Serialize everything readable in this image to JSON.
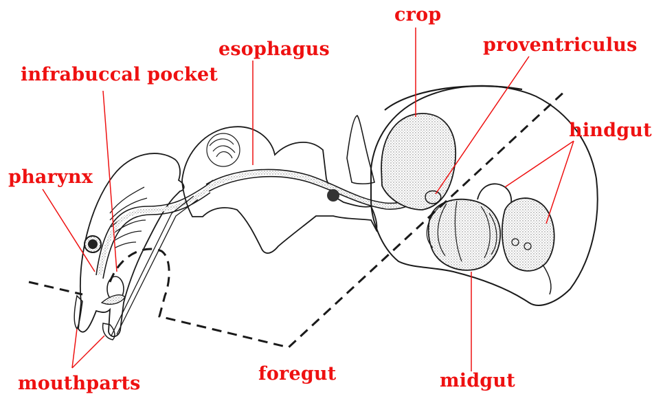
{
  "labels": {
    "crop": "crop",
    "esophagus": "esophagus",
    "proventriculus": "proventriculus",
    "infrabuccal_pocket": "infrabuccal pocket",
    "hindgut": "hindgut",
    "pharynx": "pharynx",
    "mouthparts": "mouthparts",
    "foregut": "foregut",
    "midgut": "midgut"
  },
  "colors": {
    "label": "#ee1111",
    "leader": "#ee1111",
    "outline": "#1a1a1a",
    "stipple": "#cfcfcf"
  }
}
